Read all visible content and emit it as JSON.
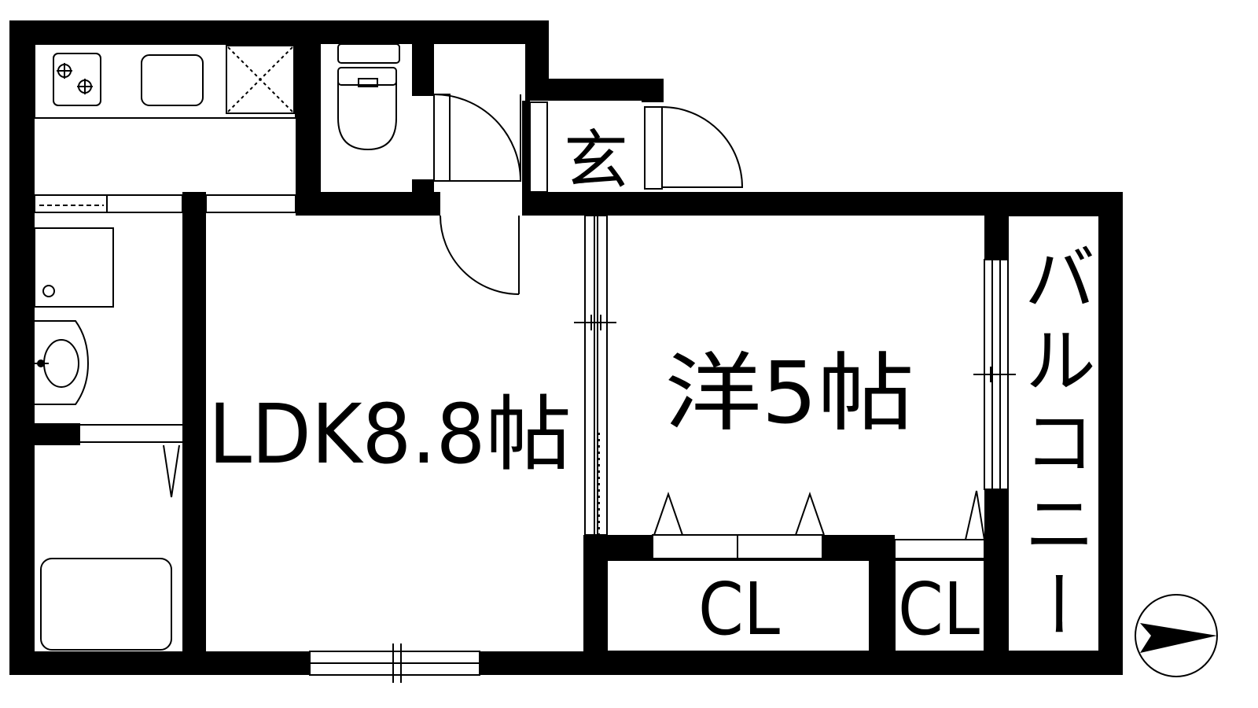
{
  "labels": {
    "entrance": "玄",
    "ldk": "LDK8.8帖",
    "western_room": "洋5帖",
    "closet_large": "CL",
    "closet_small": "CL",
    "balcony": "バルコニー"
  },
  "icons": [
    "gas-stove-icon",
    "kitchen-sink-icon",
    "fridge-space-icon",
    "toilet-icon",
    "washing-machine-icon",
    "washbasin-icon",
    "bathtub-icon",
    "north-arrow-icon"
  ],
  "colors": {
    "wall": "#000000",
    "background": "#ffffff"
  }
}
